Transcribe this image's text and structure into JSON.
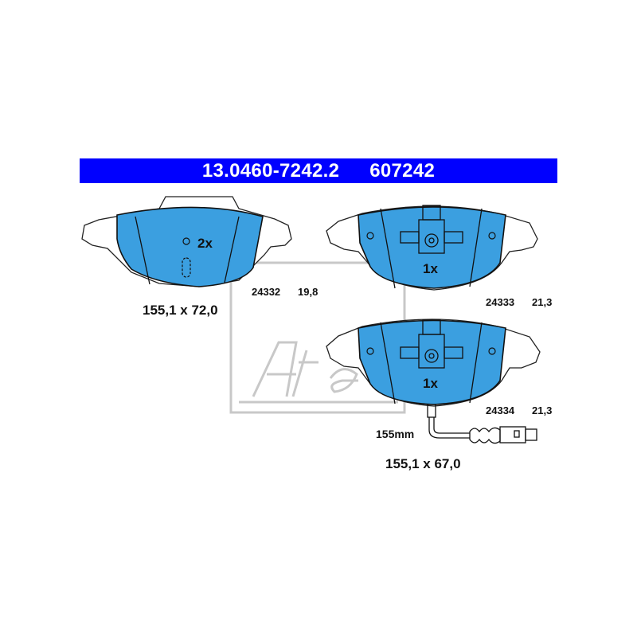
{
  "header": {
    "part_number": "13.0460-7242.2",
    "article_number": "607242"
  },
  "colors": {
    "header_bar": "#0000ff",
    "pad_fill": "#3b9fe0",
    "watermark": "#c8c8c8"
  },
  "watermark": {
    "logo_text": "Ate"
  },
  "pads": [
    {
      "quantity": "2x",
      "code": "24332",
      "thickness": "19,8"
    },
    {
      "quantity": "1x",
      "code": "24333",
      "thickness": "21,3"
    },
    {
      "quantity": "1x",
      "code": "24334",
      "thickness": "21,3",
      "wire_length": "155mm"
    }
  ],
  "dimensions": {
    "left": "155,1 x 72,0",
    "right": "155,1 x 67,0"
  }
}
